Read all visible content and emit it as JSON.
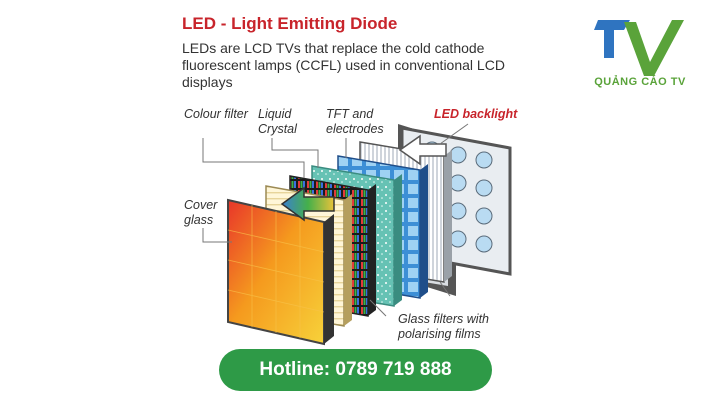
{
  "title": "LED - Light Emitting Diode",
  "intro": "LEDs are LCD TVs that replace the cold cathode fluorescent lamps (CCFL) used in conventional LCD displays",
  "labels": {
    "colour_filter": "Colour filter",
    "liquid_crystal": "Liquid Crystal",
    "tft": "TFT and electrodes",
    "led_backlight": "LED backlight",
    "cover_glass": "Cover glass",
    "glass_filters": "Glass filters with polarising films"
  },
  "logo": {
    "text": "QUẢNG CÁO TV",
    "color_blue": "#2f74c0",
    "color_green": "#5aa33a"
  },
  "hotline": "Hotline: 0789 719 888",
  "colors": {
    "title": "#c8242b",
    "hotline_bg": "#2e9a47"
  }
}
